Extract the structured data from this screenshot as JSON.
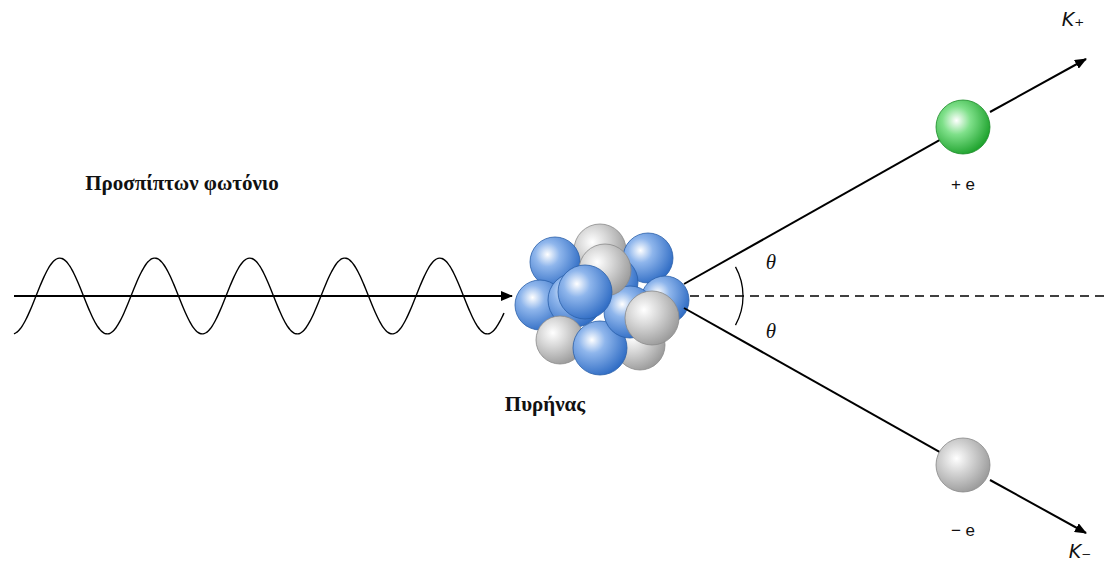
{
  "diagram": {
    "nodes": [
      {
        "text": [
          "Πυρήνας"
        ]
      },
      {
        "text": [
          "+ e"
        ]
      },
      {
        "text": [
          "− e"
        ]
      }
    ],
    "edges": [
      {
        "from": 0,
        "to": 1,
        "arrow": "none"
      },
      {
        "from": 0,
        "to": 2,
        "arrow": "none"
      }
    ],
    "labels": [
      "Προσπίπτων φωτόνιο",
      "θ",
      "θ",
      "K₊",
      "K₋"
    ]
  }
}
